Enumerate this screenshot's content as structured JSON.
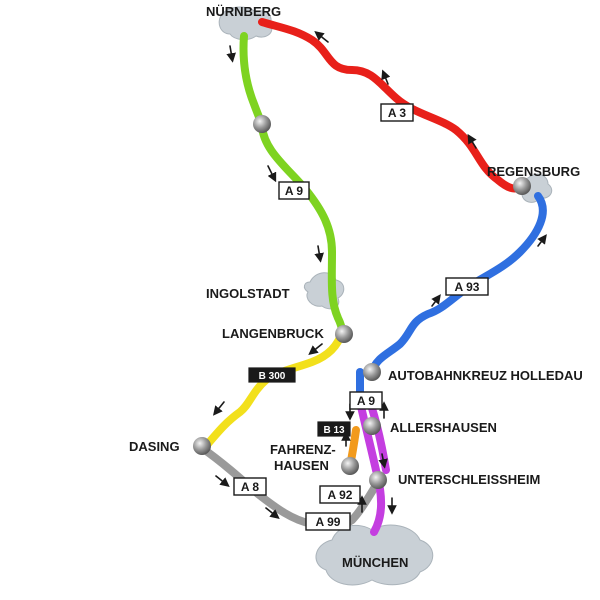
{
  "map": {
    "cities": {
      "nuernberg": "NÜRNBERG",
      "regensburg": "REGENSBURG",
      "ingolstadt": "INGOLSTADT",
      "langenbruck": "LANGENBRUCK",
      "holledau": "AUTOBAHNKREUZ HOLLEDAU",
      "allershausen": "ALLERSHAUSEN",
      "dasing": "DASING",
      "fahrenz_line1": "FAHRENZ-",
      "fahrenz_line2": "HAUSEN",
      "unterschleissheim": "UNTERSCHLEISSHEIM",
      "muenchen": "MÜNCHEN"
    },
    "roads": {
      "a3": "A 3",
      "a9_north": "A 9",
      "a93": "A 93",
      "b300": "B 300",
      "a9_south": "A 9",
      "b13": "B 13",
      "a8": "A 8",
      "a92": "A 92",
      "a99": "A 99"
    },
    "route_colors": {
      "red": "#e8201a",
      "green": "#7ed321",
      "blue": "#2f6fe0",
      "yellow": "#f2e01c",
      "gray": "#9a9a9a",
      "purple": "#c43ee0",
      "orange": "#f29a1c"
    },
    "icons": {
      "node": "gray-sphere",
      "arrow": "direction-arrow",
      "city": "city-blob"
    }
  }
}
